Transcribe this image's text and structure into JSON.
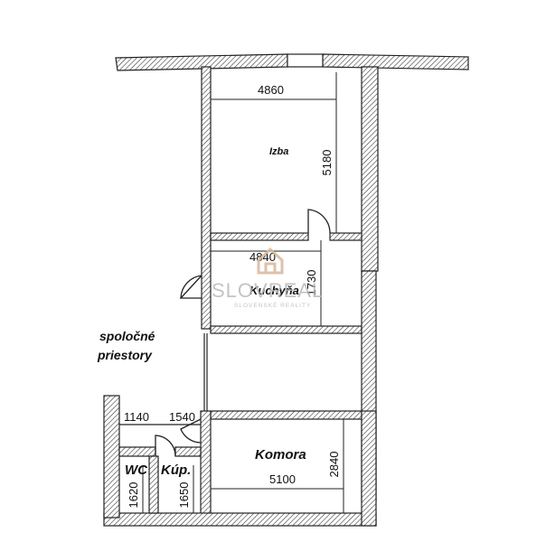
{
  "rooms": {
    "izba": "Izba",
    "kuchyna": "Kuchyňa",
    "komora": "Komora",
    "wc": "WC",
    "kupelna": "Kúp."
  },
  "common_area": {
    "line1": "spoločné",
    "line2": "priestory"
  },
  "dimensions": {
    "izba_width": "4860",
    "izba_length": "5180",
    "kuchyna_width": "4840",
    "kuchyna_length": "1730",
    "komora_width": "5100",
    "komora_length": "2840",
    "wc_width": "1140",
    "kup_width": "1540",
    "wc_length": "1620",
    "kup_length": "1650"
  },
  "watermark": {
    "brand": "SLOVREAL",
    "tagline": "SLOVENSKÉ REALITY"
  },
  "colors": {
    "wall": "#2b2b2b",
    "hatch": "#3a3a3a",
    "watermark": "#b9b9b9",
    "watermark_logo": "#d8b89a"
  }
}
